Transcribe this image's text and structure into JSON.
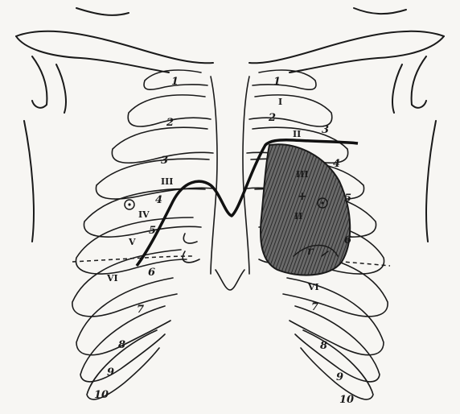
{
  "figure": {
    "header_text": "",
    "colors": {
      "ink": "#1a1a1a",
      "paper": "#f7f6f3",
      "shade": "#4a4a4a"
    },
    "labels": {
      "rib_numbers_left": [
        "1",
        "2",
        "3",
        "4",
        "5",
        "6",
        "7",
        "8",
        "9",
        "10"
      ],
      "rib_numbers_right": [
        "1",
        "2",
        "3",
        "4",
        "5",
        "6",
        "7",
        "8",
        "9",
        "10"
      ],
      "intercostal_left": [
        "III",
        "IV",
        "V",
        "VI"
      ],
      "intercostal_right": [
        "I",
        "II",
        "III",
        "II",
        "VI"
      ],
      "heart_marks": [
        "+",
        "r"
      ]
    }
  }
}
